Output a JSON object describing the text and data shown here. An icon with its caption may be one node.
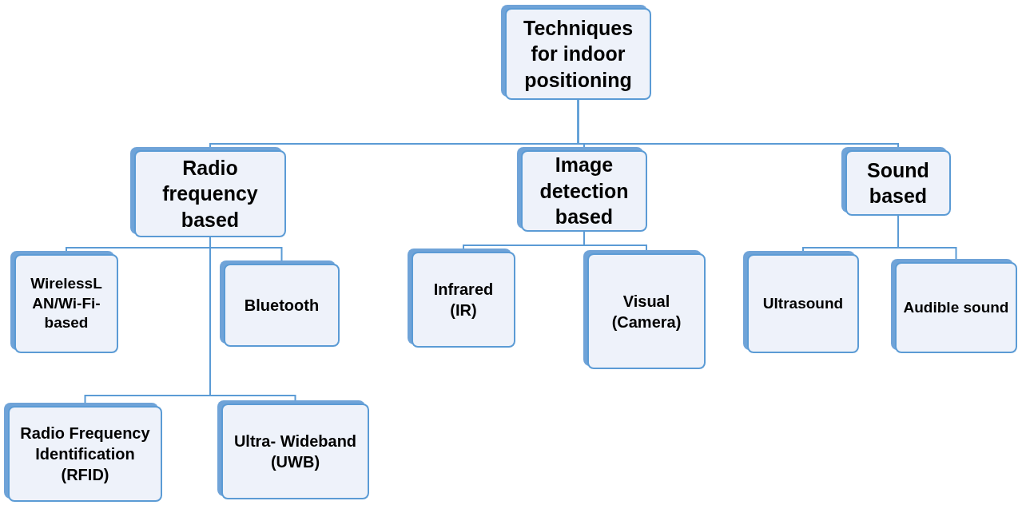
{
  "diagram": {
    "nodes": [
      {
        "text": [
          "Techniques for indoor positioning"
        ]
      },
      {
        "text": [
          "Radio frequency based"
        ]
      },
      {
        "text": [
          "Image detection based"
        ]
      },
      {
        "text": [
          "Sound based"
        ]
      },
      {
        "text": [
          "WirelessL AN/Wi-Fi- based"
        ]
      },
      {
        "text": [
          "Bluetooth"
        ]
      },
      {
        "text": [
          "Radio Frequency Identification (RFID)"
        ]
      },
      {
        "text": [
          "Ultra- Wideband (UWB)"
        ]
      },
      {
        "text": [
          "Infrared (IR)"
        ]
      },
      {
        "text": [
          "Visual (Camera)"
        ]
      },
      {
        "text": [
          "Ultrasound"
        ]
      },
      {
        "text": [
          "Audible sound"
        ]
      }
    ],
    "edges": [
      {
        "from": 0,
        "to": 1,
        "arrow": "none"
      },
      {
        "from": 0,
        "to": 2,
        "arrow": "none"
      },
      {
        "from": 0,
        "to": 3,
        "arrow": "none"
      },
      {
        "from": 1,
        "to": 4,
        "arrow": "none"
      },
      {
        "from": 1,
        "to": 5,
        "arrow": "none"
      },
      {
        "from": 1,
        "to": 6,
        "arrow": "none"
      },
      {
        "from": 1,
        "to": 7,
        "arrow": "none"
      },
      {
        "from": 2,
        "to": 8,
        "arrow": "none"
      },
      {
        "from": 2,
        "to": 9,
        "arrow": "none"
      },
      {
        "from": 3,
        "to": 10,
        "arrow": "none"
      },
      {
        "from": 3,
        "to": 11,
        "arrow": "none"
      }
    ]
  }
}
